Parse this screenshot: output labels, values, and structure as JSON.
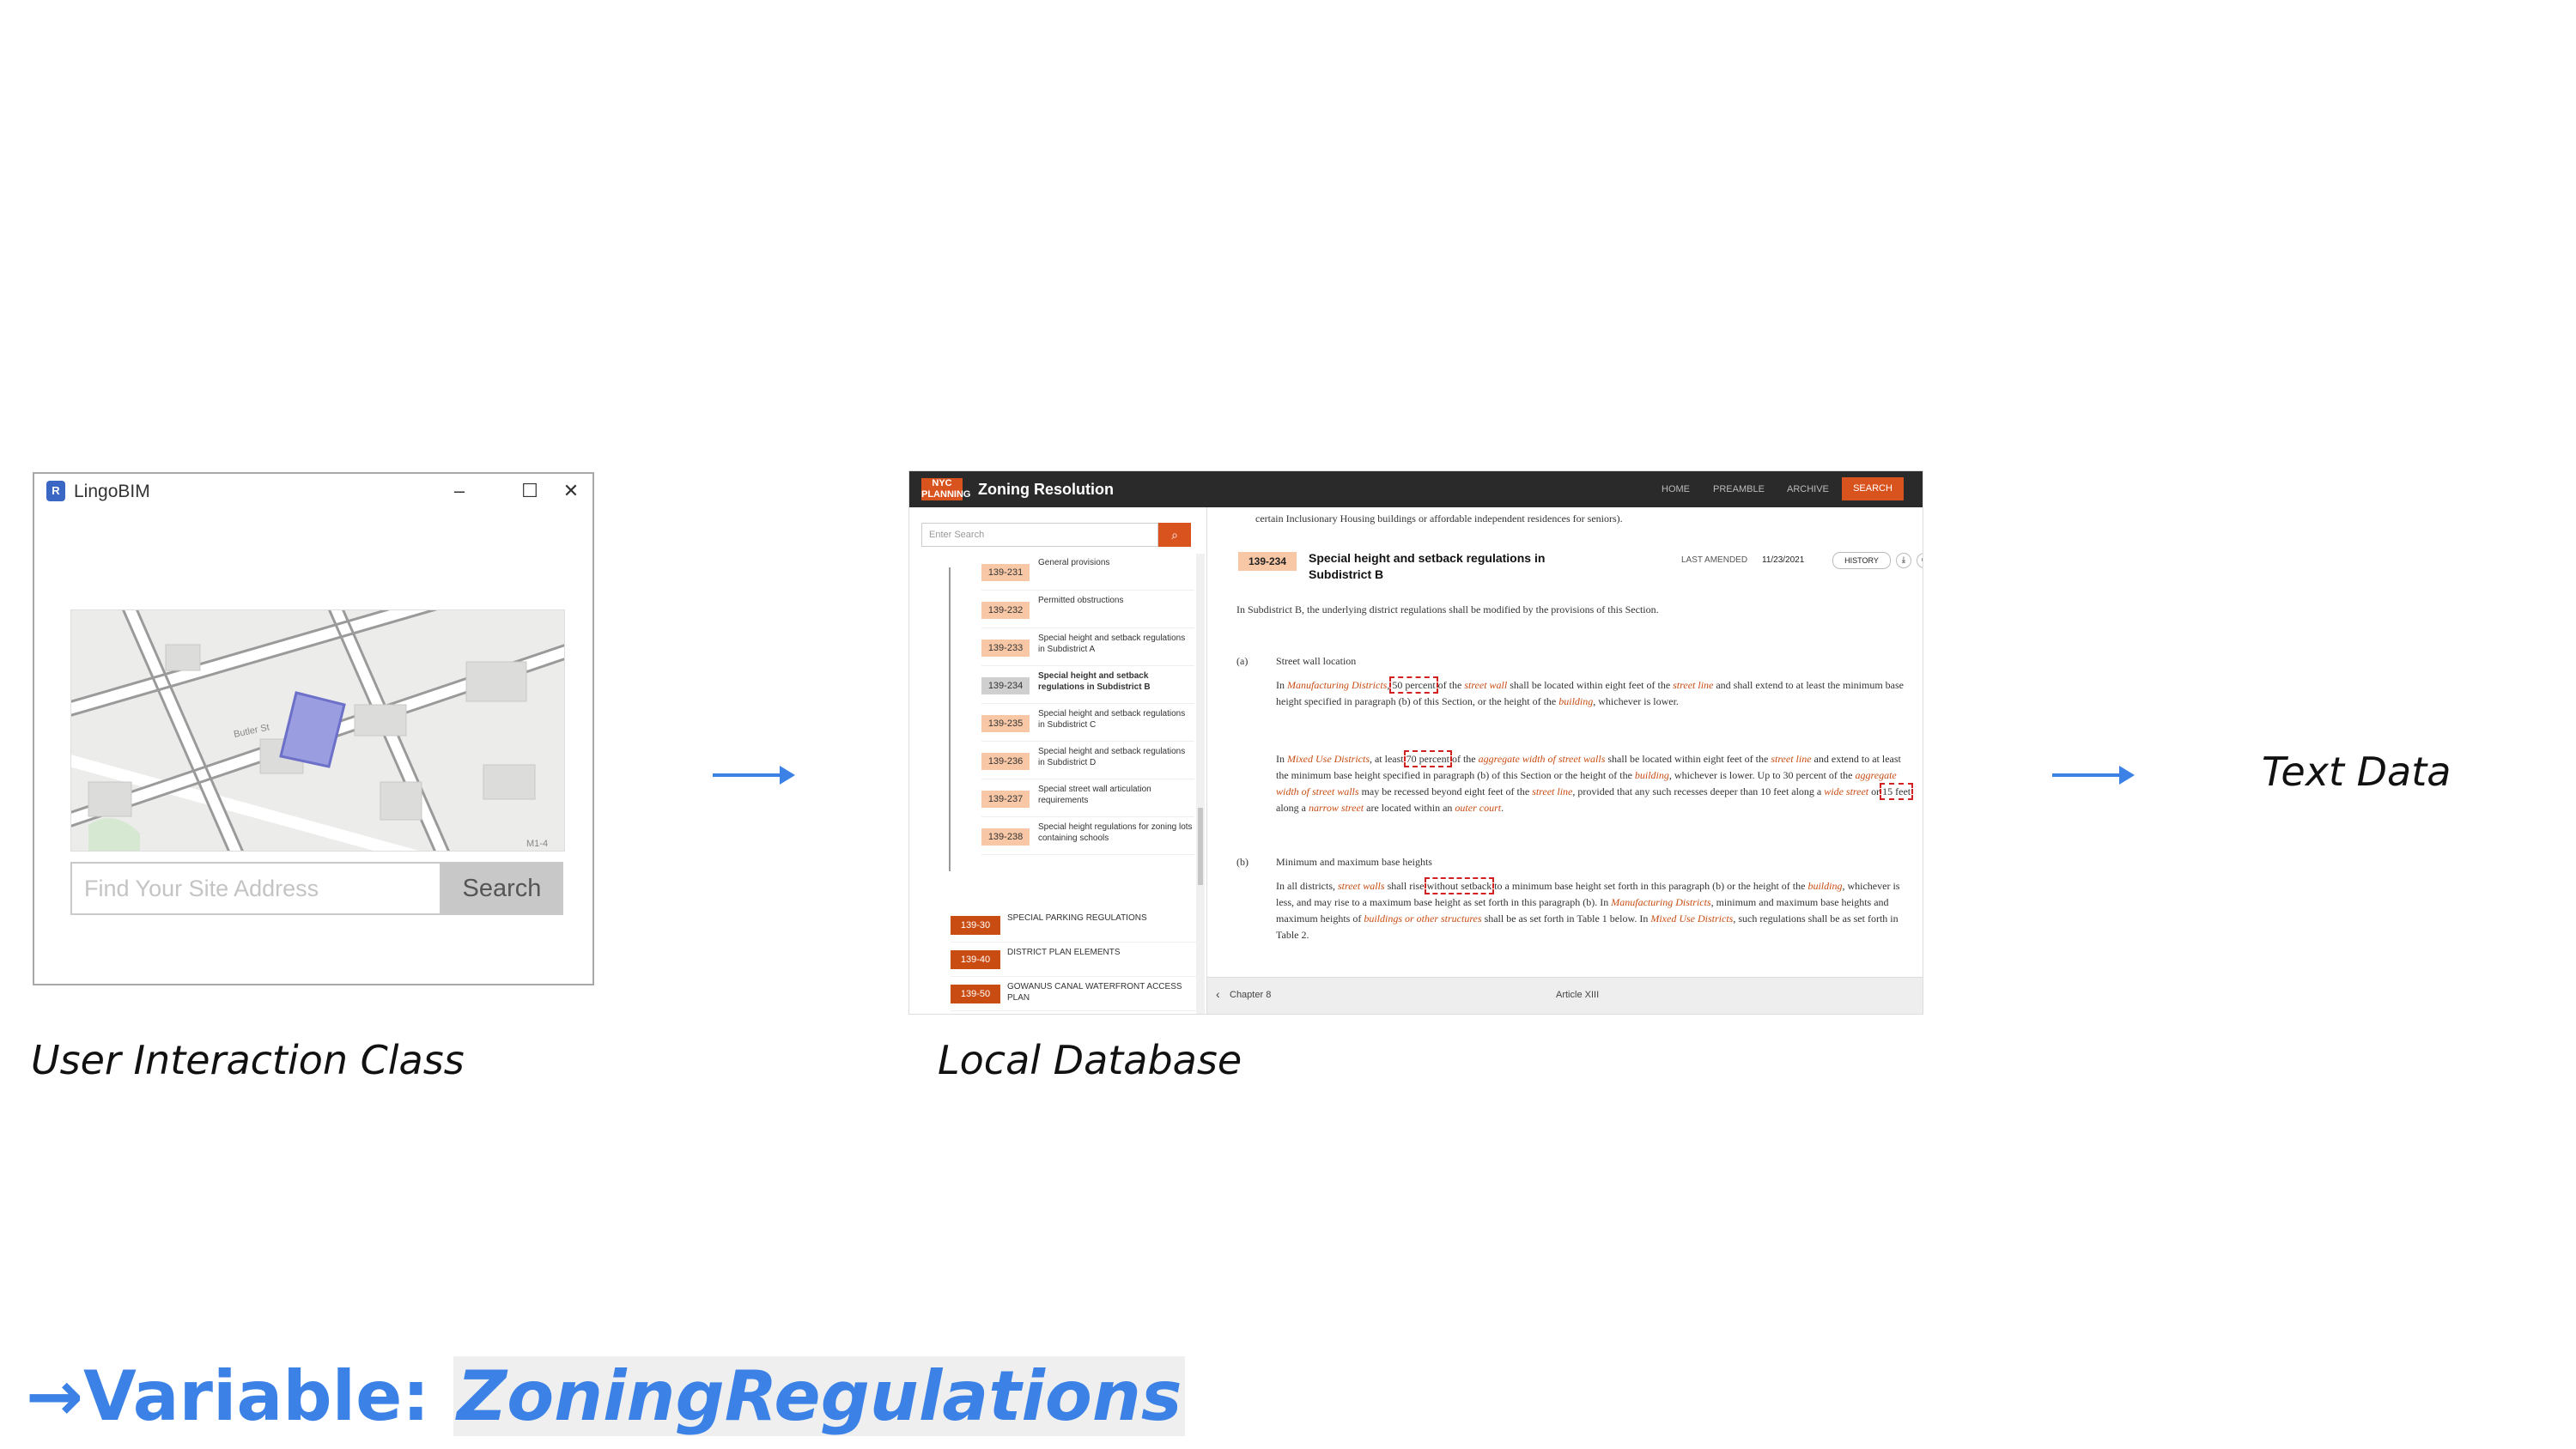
{
  "lingo": {
    "title": "LingoBIM",
    "icon": "revit-app-icon",
    "map_labels": [
      "Butler St",
      "M1-4"
    ],
    "search_placeholder": "Find Your Site Address",
    "search_button": "Search"
  },
  "captions": {
    "left": "User Interaction Class",
    "middle": "Local Database",
    "right": "Text Data"
  },
  "zr": {
    "logo": "NYC PLANNING",
    "title": "Zoning Resolution",
    "nav": [
      "HOME",
      "PREAMBLE",
      "ARCHIVE"
    ],
    "nav_search": "SEARCH",
    "search_placeholder": "Enter Search",
    "sections": [
      {
        "num": "139-231",
        "label": "General provisions"
      },
      {
        "num": "139-232",
        "label": "Permitted obstructions"
      },
      {
        "num": "139-233",
        "label": "Special height and setback regulations in Subdistrict A"
      },
      {
        "num": "139-234",
        "label": "Special height and setback regulations in Subdistrict B"
      },
      {
        "num": "139-235",
        "label": "Special height and setback regulations in Subdistrict C"
      },
      {
        "num": "139-236",
        "label": "Special height and setback regulations in Subdistrict D"
      },
      {
        "num": "139-237",
        "label": "Special street wall articulation requirements"
      },
      {
        "num": "139-238",
        "label": "Special height regulations for zoning lots containing schools"
      }
    ],
    "chapters": [
      {
        "num": "139-30",
        "label": "SPECIAL PARKING REGULATIONS"
      },
      {
        "num": "139-40",
        "label": "DISTRICT PLAN ELEMENTS"
      },
      {
        "num": "139-50",
        "label": "GOWANUS CANAL WATERFRONT ACCESS PLAN"
      }
    ],
    "top_text": "certain Inclusionary Housing buildings or affordable independent residences for seniors).",
    "section_num": "139-234",
    "section_title": "Special height and setback regulations in Subdistrict B",
    "last_amended_label": "LAST AMENDED",
    "last_amended": "11/23/2021",
    "history": "HISTORY",
    "intro": "In Subdistrict B, the underlying district regulations shall be modified by the provisions of this Section.",
    "a_marker": "(a)",
    "a_heading": "Street wall location",
    "b_marker": "(b)",
    "b_heading": "Minimum and maximum base heights",
    "bottom_left": "Chapter 8",
    "bottom_center": "Article XIII"
  },
  "variable": {
    "prefix": "→Variable: ",
    "name": "ZoningRegulations"
  },
  "colors": {
    "accent": "#3c82e6",
    "brand_orange": "#d9531e",
    "badge_light": "#f7c7a6"
  }
}
